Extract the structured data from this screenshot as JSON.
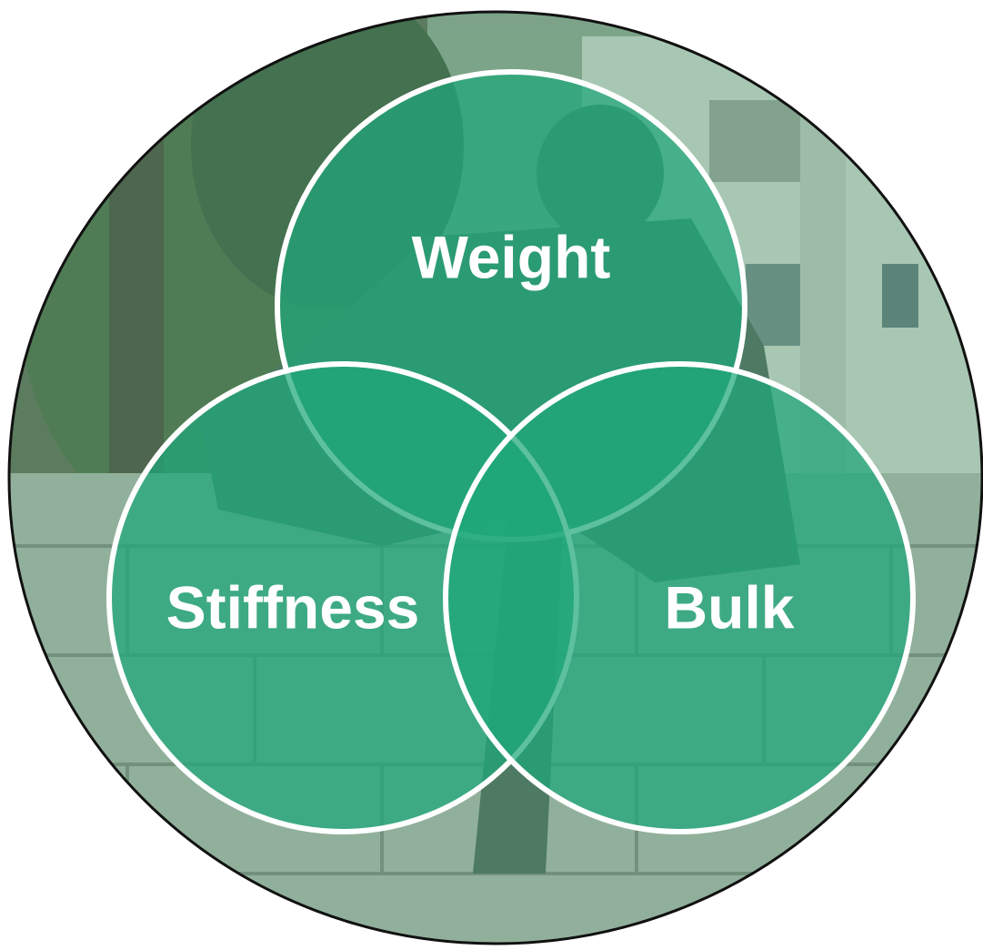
{
  "diagram": {
    "type": "venn",
    "sets": [
      {
        "id": "weight",
        "label": "Weight"
      },
      {
        "id": "stiffness",
        "label": "Stiffness"
      },
      {
        "id": "bulk",
        "label": "Bulk"
      }
    ]
  },
  "colors": {
    "circle_fill": "#1fa87a",
    "circle_stroke": "#ffffff",
    "label_text": "#ffffff",
    "frame_outline": "#111111"
  }
}
